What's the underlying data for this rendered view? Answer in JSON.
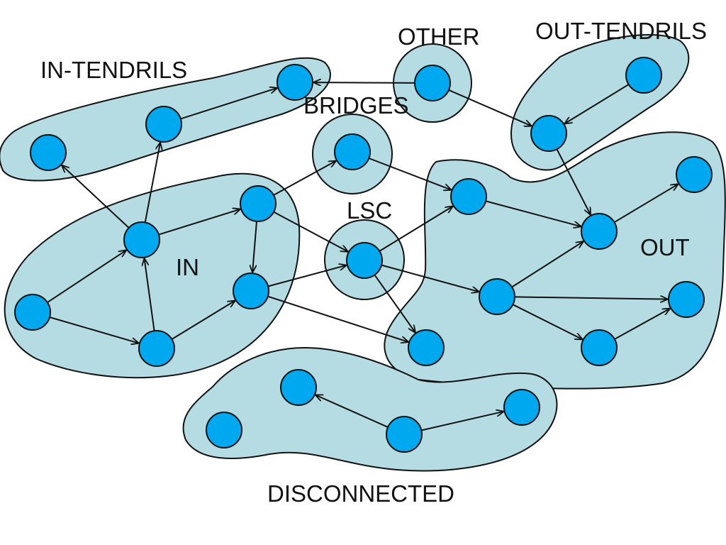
{
  "labels": {
    "other": "OTHER",
    "out_tendrils": "OUT-TENDRILS",
    "in_tendrils": "IN-TENDRILS",
    "bridges": "BRIDGES",
    "lsc": "LSC",
    "in": "IN",
    "out": "OUT",
    "disconnected": "DISCONNECTED"
  },
  "colors": {
    "region_fill": "#b5dce3",
    "node_fill": "#00a8f0",
    "stroke": "#111111"
  },
  "nodes": [
    {
      "id": "in-tendril-top",
      "region": "in-tendrils"
    },
    {
      "id": "in-tendril-mid",
      "region": "in-tendrils"
    },
    {
      "id": "in-tendril-left",
      "region": "in-tendrils"
    },
    {
      "id": "other",
      "region": "other"
    },
    {
      "id": "bridge",
      "region": "bridges"
    },
    {
      "id": "out-tendril-top",
      "region": "out-tendrils"
    },
    {
      "id": "out-tendril-bottom",
      "region": "out-tendrils"
    },
    {
      "id": "in-left",
      "region": "in"
    },
    {
      "id": "in-center",
      "region": "in"
    },
    {
      "id": "in-upper-right",
      "region": "in"
    },
    {
      "id": "in-lower-right",
      "region": "in"
    },
    {
      "id": "in-bottom",
      "region": "in"
    },
    {
      "id": "lsc",
      "region": "lsc"
    },
    {
      "id": "out-upper-left",
      "region": "out"
    },
    {
      "id": "out-hub",
      "region": "out"
    },
    {
      "id": "out-top-right",
      "region": "out"
    },
    {
      "id": "out-middle",
      "region": "out"
    },
    {
      "id": "out-right",
      "region": "out"
    },
    {
      "id": "out-bottom-right",
      "region": "out"
    },
    {
      "id": "out-bottom-left",
      "region": "out"
    },
    {
      "id": "disc-left",
      "region": "disconnected"
    },
    {
      "id": "disc-top",
      "region": "disconnected"
    },
    {
      "id": "disc-mid",
      "region": "disconnected"
    },
    {
      "id": "disc-right",
      "region": "disconnected"
    }
  ],
  "edges": [
    {
      "from": "in-left",
      "to": "in-center"
    },
    {
      "from": "in-left",
      "to": "in-bottom"
    },
    {
      "from": "in-center",
      "to": "in-tendril-left"
    },
    {
      "from": "in-center",
      "to": "in-tendril-mid"
    },
    {
      "from": "in-tendril-mid",
      "to": "in-tendril-top"
    },
    {
      "from": "other",
      "to": "in-tendril-top"
    },
    {
      "from": "other",
      "to": "out-tendril-bottom"
    },
    {
      "from": "out-tendril-top",
      "to": "out-tendril-bottom"
    },
    {
      "from": "out-tendril-bottom",
      "to": "out-hub"
    },
    {
      "from": "in-center",
      "to": "in-upper-right"
    },
    {
      "from": "in-bottom",
      "to": "in-center"
    },
    {
      "from": "in-upper-right",
      "to": "in-lower-right"
    },
    {
      "from": "in-bottom",
      "to": "in-lower-right"
    },
    {
      "from": "in-upper-right",
      "to": "bridge"
    },
    {
      "from": "bridge",
      "to": "out-upper-left"
    },
    {
      "from": "in-upper-right",
      "to": "lsc"
    },
    {
      "from": "in-lower-right",
      "to": "lsc"
    },
    {
      "from": "in-lower-right",
      "to": "out-bottom-left"
    },
    {
      "from": "lsc",
      "to": "out-upper-left"
    },
    {
      "from": "lsc",
      "to": "out-middle"
    },
    {
      "from": "lsc",
      "to": "out-bottom-left"
    },
    {
      "from": "out-upper-left",
      "to": "out-hub"
    },
    {
      "from": "out-middle",
      "to": "out-hub"
    },
    {
      "from": "out-hub",
      "to": "out-top-right"
    },
    {
      "from": "out-middle",
      "to": "out-right"
    },
    {
      "from": "out-middle",
      "to": "out-bottom-right"
    },
    {
      "from": "out-bottom-right",
      "to": "out-right"
    },
    {
      "from": "disc-mid",
      "to": "disc-top"
    },
    {
      "from": "disc-mid",
      "to": "disc-right"
    }
  ]
}
